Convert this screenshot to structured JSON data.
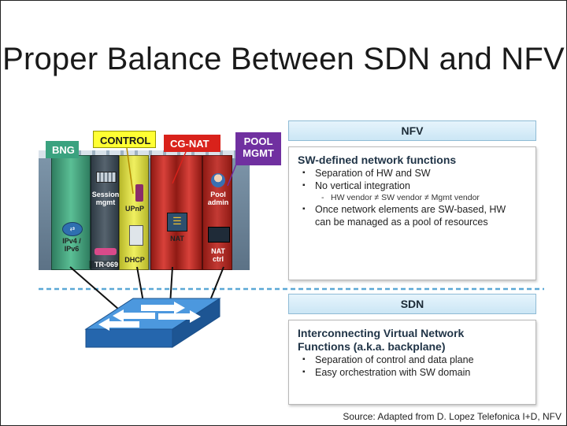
{
  "slide": {
    "title": "Proper Balance Between SDN and NFV"
  },
  "labels": {
    "bng": "BNG",
    "control": "CONTROL",
    "cgnat": "CG-NAT",
    "pool_mgmt_line1": "POOL",
    "pool_mgmt_line2": "MGMT"
  },
  "racks": {
    "ipv4_line1": "IPv4 /",
    "ipv4_line2": "IPv6",
    "session_line1": "Session",
    "session_line2": "mgmt",
    "tr069": "TR-069",
    "upnp": "UPnP",
    "dhcp": "DHCP",
    "nat": "NAT",
    "pool_admin_line1": "Pool",
    "pool_admin_line2": "admin",
    "nat_ctrl_line1": "NAT",
    "nat_ctrl_line2": "ctrl"
  },
  "nfv": {
    "header": "NFV",
    "title": "SW-defined network functions",
    "bullet1": "Separation of HW and SW",
    "bullet2": "No vertical integration",
    "sub_bullet": "HW vendor ≠ SW vendor ≠ Mgmt vendor",
    "bullet3_line1": "Once network elements are SW-based, HW",
    "bullet3_line2": "can be managed as a pool of resources"
  },
  "sdn": {
    "header": "SDN",
    "title_line1": "Interconnecting Virtual Network",
    "title_line2": "Functions (a.k.a. backplane)",
    "bullet1": "Separation of control and data plane",
    "bullet2": "Easy orchestration with SW domain"
  },
  "source": "Source: Adapted from D. Lopez Telefonica I+D, NFV",
  "colors": {
    "bng": "#3aa27f",
    "control": "#ffff33",
    "cgnat": "#d9221b",
    "pool_mgmt": "#7030a0",
    "nfv_header": "#cbe6f5",
    "divider": "#5ba8d6",
    "switch": "#2c7fd1"
  }
}
